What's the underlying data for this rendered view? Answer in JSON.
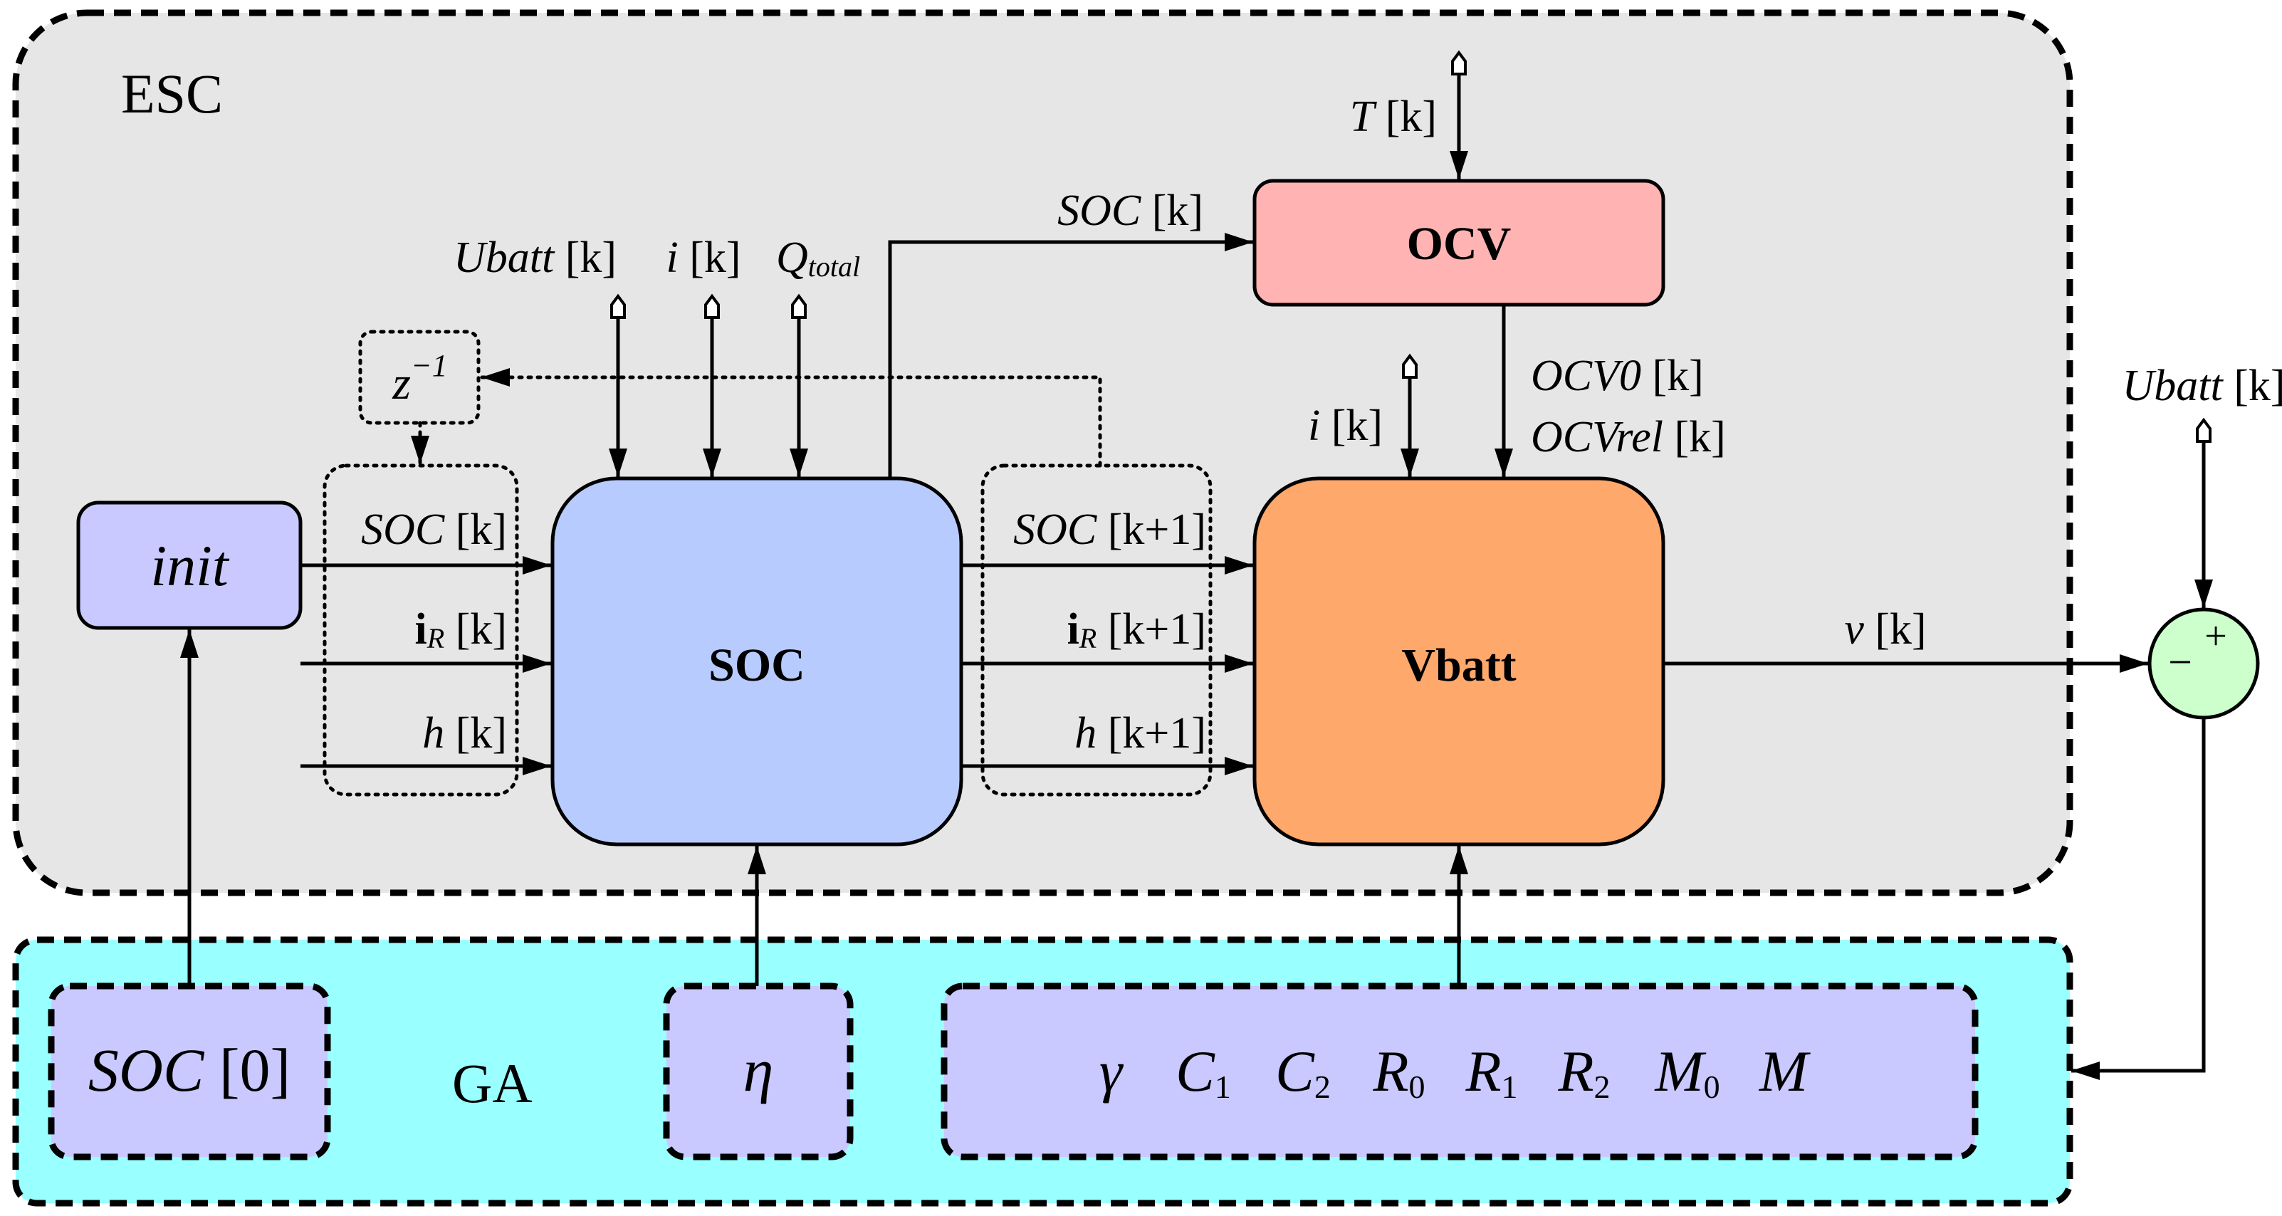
{
  "esc": {
    "label": "ESC",
    "fill": "#e6e6e6"
  },
  "ga": {
    "label": "GA",
    "fill": "#99ffff"
  },
  "blocks": {
    "init": {
      "label": "init",
      "fill": "#c9c9ff"
    },
    "soc": {
      "label": "SOC",
      "fill": "#b7cbff"
    },
    "ocv": {
      "label": "OCV",
      "fill": "#ffb3b3"
    },
    "vbatt": {
      "label": "Vbatt",
      "fill": "#ffa86b"
    },
    "delay": {
      "label": "z",
      "exponent": "−1"
    },
    "sum": {
      "fill": "#ccffcc",
      "plus": "+",
      "minus": "−"
    }
  },
  "ga_params": {
    "soc0": {
      "label": "SOC",
      "suffix": " [0]"
    },
    "eta": "η",
    "box_fill": "#c9c9ff",
    "list": [
      {
        "main": "γ",
        "sub": ""
      },
      {
        "main": "C",
        "sub": "1"
      },
      {
        "main": "C",
        "sub": "2"
      },
      {
        "main": "R",
        "sub": "0"
      },
      {
        "main": "R",
        "sub": "1"
      },
      {
        "main": "R",
        "sub": "2"
      },
      {
        "main": "M",
        "sub": "0"
      },
      {
        "main": "M",
        "sub": ""
      }
    ]
  },
  "signals": {
    "t_k": {
      "name": "T",
      "idx": " [k]"
    },
    "soc_to_ocv": {
      "name": "SOC",
      "idx": " [k]"
    },
    "ubatt_in": {
      "name": "Ubatt",
      "idx": " [k]"
    },
    "i_in": {
      "name": "i",
      "idx": " [k]"
    },
    "qtotal": {
      "name": "Q",
      "sub": "total"
    },
    "ocv0": {
      "name": "OCV0",
      "idx": " [k]"
    },
    "ocvrel": {
      "name": "OCVrel",
      "idx": " [k]"
    },
    "i_vbatt": {
      "name": "i",
      "idx": " [k]"
    },
    "ubatt_out": {
      "name": "Ubatt",
      "idx": " [k]"
    },
    "soc_k": {
      "name": "SOC",
      "idx": " [k]"
    },
    "ir_k": {
      "name": "i",
      "sub": "R",
      "idx": " [k]"
    },
    "h_k": {
      "name": "h",
      "idx": " [k]"
    },
    "soc_k1": {
      "name": "SOC",
      "idx": " [k+1]"
    },
    "ir_k1": {
      "name": "i",
      "sub": "R",
      "idx": " [k+1]"
    },
    "h_k1": {
      "name": "h",
      "idx": " [k+1]"
    },
    "v_k": {
      "name": "v",
      "idx": " [k]"
    }
  }
}
